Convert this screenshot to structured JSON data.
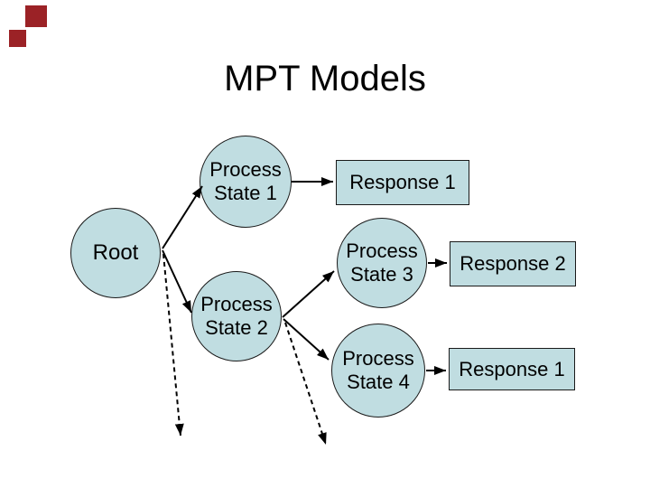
{
  "slide": {
    "title": "MPT Models",
    "background": "#ffffff"
  },
  "decor": {
    "squares": [
      {
        "name": "large-top-square",
        "color": "#9b2226"
      },
      {
        "name": "small-lower-square",
        "color": "#9b2226"
      }
    ]
  },
  "nodes": {
    "root": {
      "label": "Root",
      "shape": "circle"
    },
    "ps1": {
      "line1": "Process",
      "line2": "State 1",
      "shape": "circle"
    },
    "ps2": {
      "line1": "Process",
      "line2": "State 2",
      "shape": "circle"
    },
    "ps3": {
      "line1": "Process",
      "line2": "State 3",
      "shape": "circle"
    },
    "ps4": {
      "line1": "Process",
      "line2": "State 4",
      "shape": "circle"
    }
  },
  "responses": {
    "top": {
      "label": "Response 1",
      "shape": "rectangle"
    },
    "middle": {
      "label": "Response 2",
      "shape": "rectangle"
    },
    "bottom": {
      "label": "Response 1",
      "shape": "rectangle"
    }
  },
  "edges": [
    {
      "from": "root",
      "to": "ps1",
      "style": "solid",
      "arrow": true
    },
    {
      "from": "root",
      "to": "ps2",
      "style": "solid",
      "arrow": true
    },
    {
      "from": "root",
      "to": "unlabeled-down",
      "style": "dashed",
      "arrow": true
    },
    {
      "from": "ps1",
      "to": "response-top",
      "style": "solid",
      "arrow": true
    },
    {
      "from": "ps2",
      "to": "ps3",
      "style": "solid",
      "arrow": true
    },
    {
      "from": "ps2",
      "to": "ps4",
      "style": "solid",
      "arrow": true
    },
    {
      "from": "ps2",
      "to": "unlabeled-down",
      "style": "dashed",
      "arrow": true
    },
    {
      "from": "ps3",
      "to": "response-middle",
      "style": "solid",
      "arrow": true
    },
    {
      "from": "ps4",
      "to": "response-bottom",
      "style": "solid",
      "arrow": true
    }
  ],
  "colors": {
    "node_fill": "#c0dde1",
    "node_border": "#1a1a1a",
    "arrow": "#000000",
    "title_text": "#000000",
    "decor_red": "#9b2226"
  }
}
